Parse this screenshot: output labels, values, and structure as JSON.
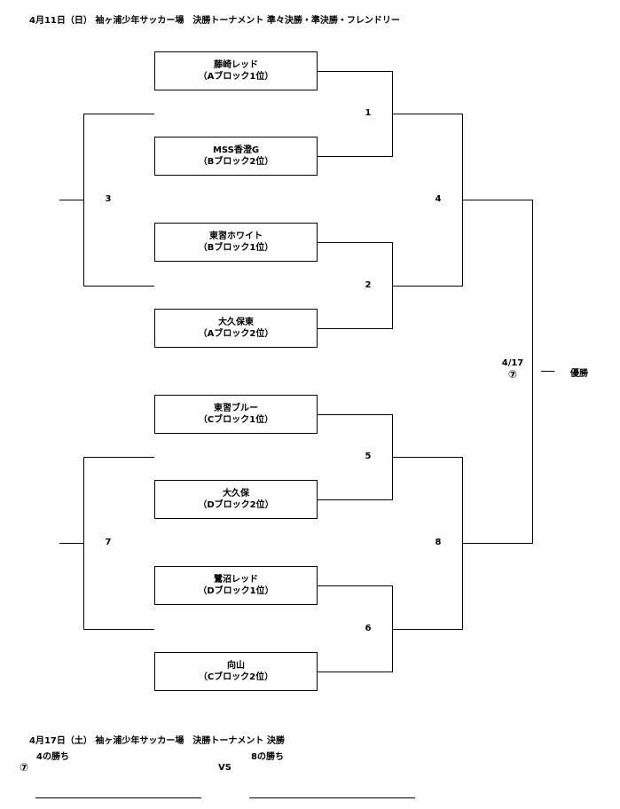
{
  "header": {
    "text": "4月11日（日） 袖ヶ浦少年サッカー場　決勝トーナメント 準々決勝・準決勝・フレンドリー"
  },
  "teams": [
    {
      "name": "藤崎レッド",
      "block": "（Aブロック1位）"
    },
    {
      "name": "MSS香澄G",
      "block": "（Bブロック2位）"
    },
    {
      "name": "東習ホワイト",
      "block": "（Bブロック1位）"
    },
    {
      "name": "大久保東",
      "block": "（Aブロック2位）"
    },
    {
      "name": "東習ブルー",
      "block": "（Cブロック1位）"
    },
    {
      "name": "大久保",
      "block": "（Dブロック2位）"
    },
    {
      "name": "鷺沼レッド",
      "block": "（Dブロック1位）"
    },
    {
      "name": "向山",
      "block": "（Cブロック2位）"
    }
  ],
  "matches": {
    "m1": "1",
    "m2": "2",
    "m3": "3",
    "m4": "4",
    "m5": "5",
    "m6": "6",
    "m7": "7",
    "m8": "8"
  },
  "final": {
    "date": "4/17",
    "mark": "⑦",
    "winner_label": "優勝"
  },
  "footer": {
    "title": "4月17日（土） 袖ヶ浦少年サッカー場　決勝トーナメント 決勝",
    "left_label": "4の勝ち",
    "right_label": "8の勝ち",
    "mark": "⑦",
    "vs": "VS"
  }
}
